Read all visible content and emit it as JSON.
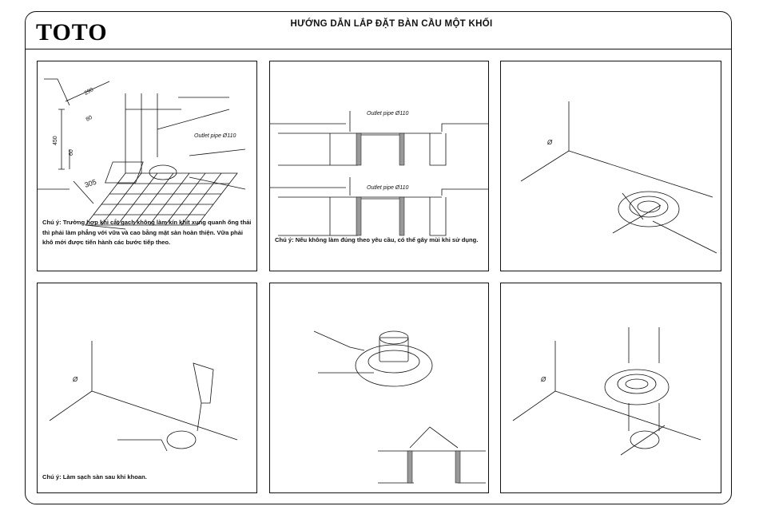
{
  "header": {
    "logo": "TOTO",
    "title": "HƯỚNG DẪN LẮP ĐẶT BÀN CẦU MỘT KHỐI"
  },
  "steps": [
    {
      "dims": {
        "d290": "290",
        "d80": "80",
        "d450": "450",
        "d60": "60",
        "d305": "305"
      },
      "label": "Outlet pipe Ø110",
      "note": "Chú ý: Trường hợp khi cắt gạch không làm kín khít xung quanh ống thải thì phải làm phẳng với vữa và cao bằng mặt sàn hoàn thiện. Vữa phải khô mới được tiến hành các bước tiếp theo."
    },
    {
      "label_top": "Outlet pipe Ø110",
      "label_bottom": "Outlet pipe Ø110",
      "note": "Chú ý: Nếu không làm đúng theo yêu cầu, có thể gây mùi khi sử dụng."
    },
    {
      "symbol": "Ø"
    },
    {
      "symbol": "Ø",
      "note": "Chú ý: Làm sạch sàn sau khi khoan."
    },
    {},
    {
      "symbol": "Ø"
    }
  ]
}
